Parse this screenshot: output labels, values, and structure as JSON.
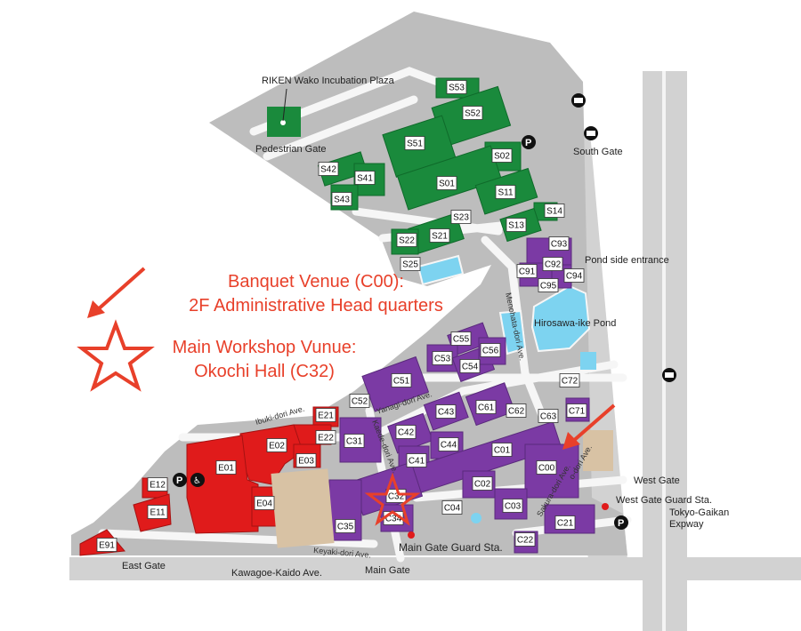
{
  "colors": {
    "ground": "#bdbdbd",
    "road": "#f4f4f4",
    "green": "#1a8a3c",
    "green_dark": "#0f6a2a",
    "purple": "#7b3aa4",
    "purple_dark": "#5a2a7c",
    "red": "#e01b1b",
    "red_dark": "#a51212",
    "field": "#d8c2a4",
    "water": "#7dd3f0",
    "accent": "#e8402a"
  },
  "legend": {
    "banquet_line1": "Banquet Venue (C00):",
    "banquet_line2": "2F Administrative Head quarters",
    "workshop_line1": "Main Workshop Vunue:",
    "workshop_line2": "Okochi Hall (C32)"
  },
  "places": {
    "incubation_plaza": "RIKEN Wako Incubation Plaza",
    "pedestrian_gate": "Pedestrian Gate",
    "south_gate": "South Gate",
    "pond_side_entrance": "Pond side entrance",
    "hirosawa_pond": "Hirosawa-ike Pond",
    "west_gate": "West Gate",
    "west_gate_guard": "West Gate Guard Sta.",
    "tokyo_gaikan": "Tokyo-Gaikan",
    "expway": "Expway",
    "main_gate_guard": "Main Gate Guard Sta.",
    "east_gate": "East Gate",
    "kawagoe_kaido": "Kawagoe-Kaido Ave.",
    "main_gate": "Main Gate"
  },
  "roads": {
    "ibuki": "Ibuki-dori Ave.",
    "yanagi": "Yanagi-dori Ave.",
    "kaede": "Kaede-dori Ave.",
    "keyaki": "Keyaki-dori Ave.",
    "sakura": "Sakura-dori Ave.",
    "kaki": "o-dori Ave.",
    "menohata": "Menohata-dori Ave."
  },
  "icons": [
    "parking-icon",
    "accessible-icon",
    "bus-icon",
    "guard-station-icon",
    "star-icon",
    "arrow-icon"
  ],
  "buildings": {
    "S53": "S53",
    "S52": "S52",
    "S51": "S51",
    "S02": "S02",
    "S42": "S42",
    "S41": "S41",
    "S43": "S43",
    "S01": "S01",
    "S11": "S11",
    "S14": "S14",
    "S23": "S23",
    "S13": "S13",
    "S22": "S22",
    "S21": "S21",
    "S25": "S25",
    "C93": "C93",
    "C92": "C92",
    "C91": "C91",
    "C94": "C94",
    "C95": "C95",
    "C55": "C55",
    "C53": "C53",
    "C54": "C54",
    "C56": "C56",
    "C51": "C51",
    "C72": "C72",
    "C52": "C52",
    "C43": "C43",
    "C61": "C61",
    "C62": "C62",
    "C63": "C63",
    "C71": "C71",
    "C42": "C42",
    "C31": "C31",
    "C44": "C44",
    "C01": "C01",
    "C41": "C41",
    "C00": "C00",
    "C32": "C32",
    "C02": "C02",
    "C04": "C04",
    "C03": "C03",
    "C34": "C34",
    "C21": "C21",
    "C35": "C35",
    "C22": "C22",
    "E21": "E21",
    "E22": "E22",
    "E02": "E02",
    "E03": "E03",
    "E01": "E01",
    "E12": "E12",
    "E04": "E04",
    "E11": "E11",
    "E91": "E91"
  }
}
